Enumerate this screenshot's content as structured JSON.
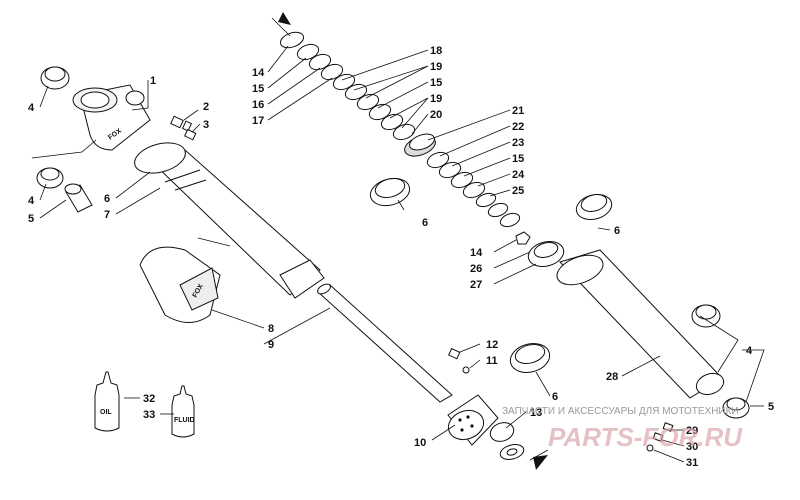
{
  "callouts": {
    "c1": "1",
    "c2": "2",
    "c3": "3",
    "c4a": "4",
    "c4b": "4",
    "c4c": "4",
    "c5a": "5",
    "c5b": "5",
    "c6a": "6",
    "c6b": "6",
    "c6c": "6",
    "c6d": "6",
    "c7": "7",
    "c8": "8",
    "c9": "9",
    "c10": "10",
    "c11": "11",
    "c12": "12",
    "c13": "13",
    "c14a": "14",
    "c14b": "14",
    "c15a": "15",
    "c15b": "15",
    "c15c": "15",
    "c16": "16",
    "c17": "17",
    "c18": "18",
    "c19a": "19",
    "c19b": "19",
    "c20": "20",
    "c21": "21",
    "c22": "22",
    "c23": "23",
    "c24": "24",
    "c25": "25",
    "c26": "26",
    "c27": "27",
    "c28": "28",
    "c29": "29",
    "c30": "30",
    "c31": "31",
    "c32": "32",
    "c33": "33"
  },
  "bottle_labels": {
    "oil": "OIL",
    "fluid": "FLUID"
  },
  "brand_marks": {
    "reservoir_cap": "FOX",
    "reservoir_sleeve": "FOX"
  },
  "watermark": {
    "tagline": "ЗАПЧАСТИ И АКСЕССУАРЫ ДЛЯ МОТОТЕХНИКИ",
    "logo": "PARTS-FOR.RU"
  },
  "colors": {
    "ink": "#111111",
    "watermark_text": "#9a9a9a",
    "watermark_logo": "#d8a0a8"
  },
  "icons": {
    "direction_arrow": "triangle-arrow-icon"
  }
}
